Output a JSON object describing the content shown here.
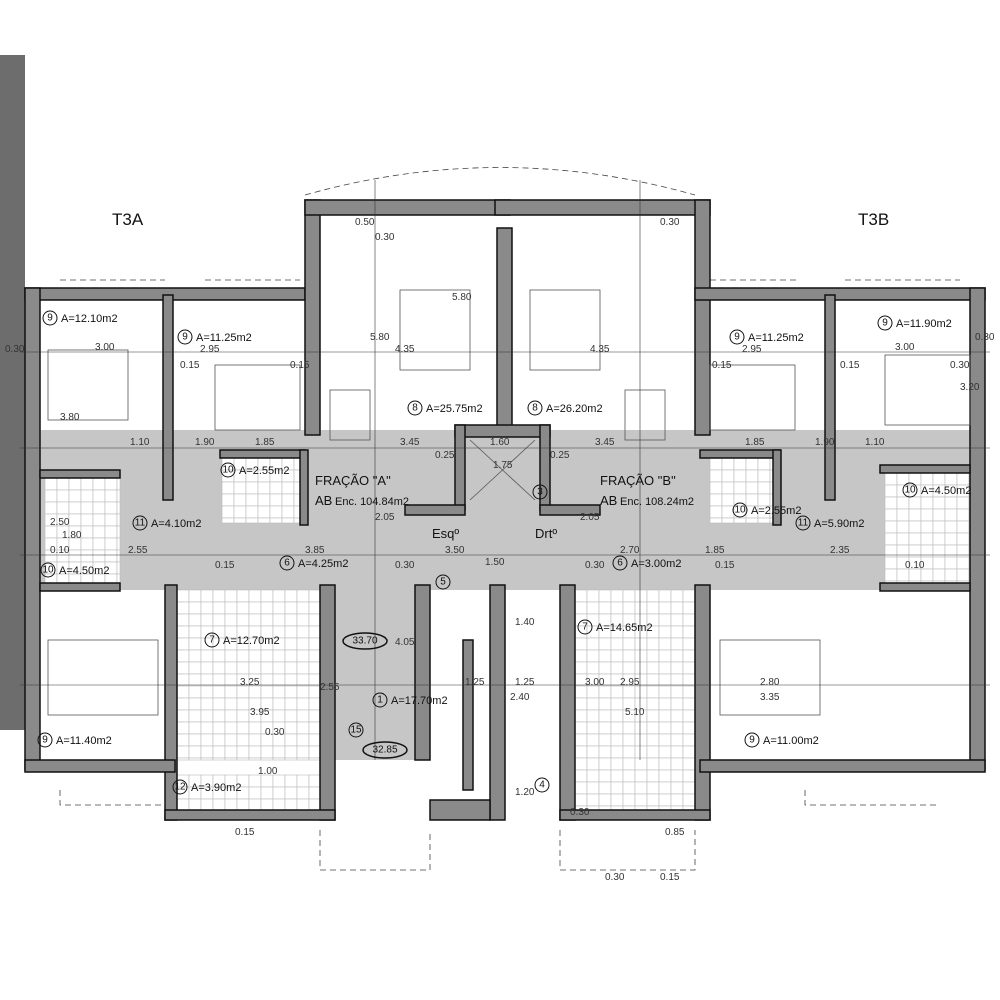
{
  "units": {
    "left": "T3A",
    "right": "T3B"
  },
  "fractions": [
    {
      "title": "FRAÇÃO \"A\"",
      "prefix": "AB",
      "area": "Enc. 104.84m2"
    },
    {
      "title": "FRAÇÃO \"B\"",
      "prefix": "AB",
      "area": "Enc. 108.24m2"
    }
  ],
  "landing": {
    "left": "Esqº",
    "right": "Drtº"
  },
  "levels": [
    "33.70",
    "32.85"
  ],
  "rooms": [
    {
      "num": "9",
      "area": "A=12.10m2"
    },
    {
      "num": "9",
      "area": "A=11.25m2"
    },
    {
      "num": "8",
      "area": "A=25.75m2"
    },
    {
      "num": "8",
      "area": "A=26.20m2"
    },
    {
      "num": "9",
      "area": "A=11.25m2"
    },
    {
      "num": "9",
      "area": "A=11.90m2"
    },
    {
      "num": "10",
      "area": "A=2.55m2"
    },
    {
      "num": "3",
      "area": ""
    },
    {
      "num": "10",
      "area": "A=4.50m2"
    },
    {
      "num": "11",
      "area": "A=4.10m2"
    },
    {
      "num": "10",
      "area": "A=4.50m2"
    },
    {
      "num": "6",
      "area": "A=4.25m2"
    },
    {
      "num": "5",
      "area": ""
    },
    {
      "num": "6",
      "area": "A=3.00m2"
    },
    {
      "num": "10",
      "area": "A=2.55m2"
    },
    {
      "num": "11",
      "area": "A=5.90m2"
    },
    {
      "num": "7",
      "area": "A=12.70m2"
    },
    {
      "num": "1",
      "area": "A=17.70m2"
    },
    {
      "num": "7",
      "area": "A=14.65m2"
    },
    {
      "num": "9",
      "area": "A=11.40m2"
    },
    {
      "num": "9",
      "area": "A=11.00m2"
    },
    {
      "num": "12",
      "area": "A=3.90m2"
    },
    {
      "num": "4",
      "area": ""
    },
    {
      "num": "15",
      "area": ""
    }
  ],
  "dimensions": [
    "0.50",
    "0.30",
    "0.30",
    "0.30",
    "3.00",
    "2.95",
    "5.80",
    "4.35",
    "4.35",
    "5.80",
    "2.95",
    "3.00",
    "0.30",
    "0.30",
    "3.80",
    "3.20",
    "0.15",
    "0.15",
    "0.15",
    "0.15",
    "1.10",
    "1.90",
    "1.85",
    "3.45",
    "1.60",
    "1.75",
    "3.45",
    "1.85",
    "1.90",
    "1.10",
    "0.25",
    "0.25",
    "2.50",
    "1.80",
    "2.55",
    "3.85",
    "2.05",
    "3.50",
    "1.50",
    "2.05",
    "2.70",
    "1.85",
    "2.35",
    "0.10",
    "0.15",
    "0.30",
    "0.30",
    "0.15",
    "0.10",
    "3.25",
    "3.95",
    "2.55",
    "4.05",
    "1.40",
    "1.25",
    "1.25",
    "2.40",
    "1.20",
    "2.95",
    "5.10",
    "3.00",
    "3.35",
    "2.80",
    "0.30",
    "1.00",
    "0.15",
    "0.85",
    "0.15",
    "0.30",
    "0.30"
  ]
}
